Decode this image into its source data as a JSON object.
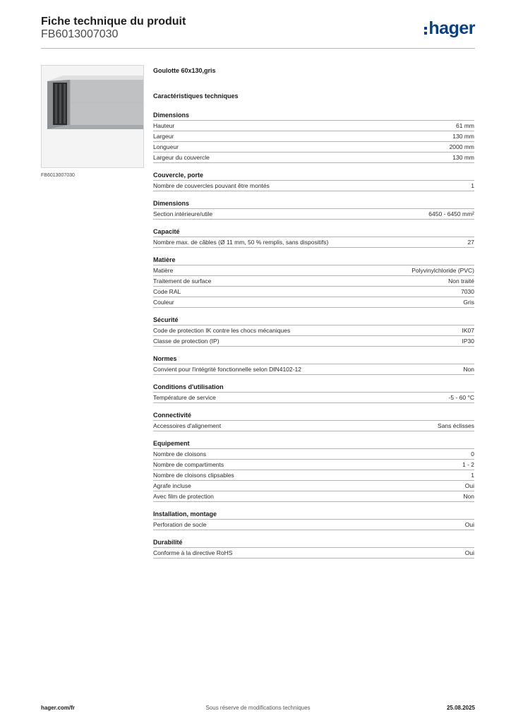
{
  "header": {
    "title": "Fiche technique du produit",
    "reference": "FB6013007030",
    "logo_text": "hager",
    "brand_color": "#0b3f7f"
  },
  "product": {
    "image_icon": "cable-trunking-image",
    "image_caption": "FB6013007030",
    "name": "Goulotte 60x130,gris",
    "specs_heading": "Caractéristiques techniques"
  },
  "sections": [
    {
      "title": "Dimensions",
      "rows": [
        {
          "label": "Hauteur",
          "value": "61 mm"
        },
        {
          "label": "Largeur",
          "value": "130 mm"
        },
        {
          "label": "Longueur",
          "value": "2000 mm"
        },
        {
          "label": "Largeur du couvercle",
          "value": "130 mm"
        }
      ]
    },
    {
      "title": "Couvercle, porte",
      "rows": [
        {
          "label": "Nombre de couvercles pouvant être montés",
          "value": "1"
        }
      ]
    },
    {
      "title": "Dimensions",
      "rows": [
        {
          "label": "Section intérieure/utile",
          "value": "6450 - 6450 mm²"
        }
      ]
    },
    {
      "title": "Capacité",
      "rows": [
        {
          "label": "Nombre max. de câbles (Ø 11 mm, 50 % remplis, sans dispositifs)",
          "value": "27"
        }
      ]
    },
    {
      "title": "Matière",
      "rows": [
        {
          "label": "Matière",
          "value": "Polyvinylchloride (PVC)"
        },
        {
          "label": "Traitement de surface",
          "value": "Non traité"
        },
        {
          "label": "Code RAL",
          "value": "7030"
        },
        {
          "label": "Couleur",
          "value": "Gris"
        }
      ]
    },
    {
      "title": "Sécurité",
      "rows": [
        {
          "label": "Code de protection IK contre les chocs mécaniques",
          "value": "IK07"
        },
        {
          "label": "Classe de protection (IP)",
          "value": "IP30"
        }
      ]
    },
    {
      "title": "Normes",
      "rows": [
        {
          "label": "Convient pour l'intégrité fonctionnelle selon DIN4102-12",
          "value": "Non"
        }
      ]
    },
    {
      "title": "Conditions d'utilisation",
      "rows": [
        {
          "label": "Température de service",
          "value": "-5 - 60 °C"
        }
      ]
    },
    {
      "title": "Connectivité",
      "rows": [
        {
          "label": "Accessoires d'alignement",
          "value": "Sans éclisses"
        }
      ]
    },
    {
      "title": "Equipement",
      "rows": [
        {
          "label": "Nombre de cloisons",
          "value": "0"
        },
        {
          "label": "Nombre de compartiments",
          "value": "1 - 2"
        },
        {
          "label": "Nombre de cloisons clipsables",
          "value": "1"
        },
        {
          "label": "Agrafe incluse",
          "value": "Oui"
        },
        {
          "label": "Avec film de protection",
          "value": "Non"
        }
      ]
    },
    {
      "title": "Installation, montage",
      "rows": [
        {
          "label": "Perforation de socle",
          "value": "Oui"
        }
      ]
    },
    {
      "title": "Durabilité",
      "rows": [
        {
          "label": "Conforme à la directive RoHS",
          "value": "Oui"
        }
      ]
    }
  ],
  "footer": {
    "website": "hager.com/fr",
    "disclaimer": "Sous réserve de modifications techniques",
    "date": "25.08.2025"
  }
}
